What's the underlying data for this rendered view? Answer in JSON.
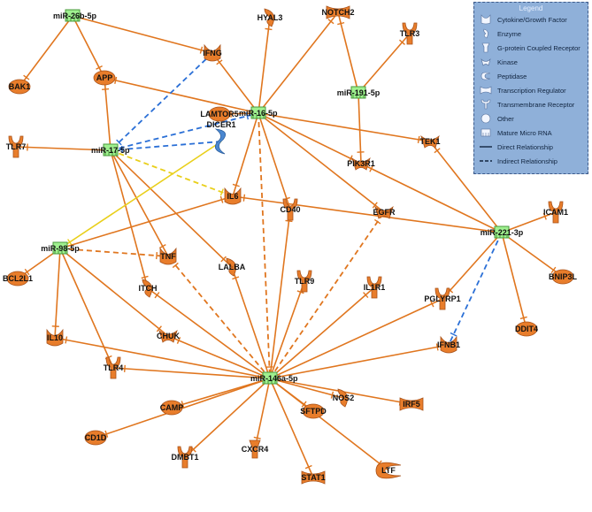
{
  "colors": {
    "gene": "#e87d2b",
    "gene_stroke": "#a8521a",
    "mirna": "#9ff08f",
    "mirna_stroke": "#4a9a3e",
    "direct_edge": "#e0761f",
    "indirect_edge_orange": "#e0761f",
    "indirect_edge_blue": "#2a6fd6",
    "indirect_edge_yellow": "#e9cf1a",
    "dicer": "#4a87d0",
    "legend_bg": "#8fb0d9"
  },
  "nodes": [
    {
      "id": "mir26b",
      "label": "miR-26b-5p",
      "shape": "mirna"
    },
    {
      "id": "mir16",
      "label": "miR-16-5p",
      "shape": "mirna"
    },
    {
      "id": "mir191",
      "label": "miR-191-5p",
      "shape": "mirna"
    },
    {
      "id": "mir17",
      "label": "miR-17-5p",
      "shape": "mirna"
    },
    {
      "id": "mir98",
      "label": "miR-98-5p",
      "shape": "mirna"
    },
    {
      "id": "mir221",
      "label": "miR-221-3p",
      "shape": "mirna"
    },
    {
      "id": "mir146a",
      "label": "miR-146a-5p",
      "shape": "mirna"
    },
    {
      "id": "BAK1",
      "label": "BAK1",
      "shape": "other"
    },
    {
      "id": "APP",
      "label": "APP",
      "shape": "other"
    },
    {
      "id": "IFNG",
      "label": "IFNG",
      "shape": "cytokine"
    },
    {
      "id": "HYAL3",
      "label": "HYAL3",
      "shape": "enzyme"
    },
    {
      "id": "NOTCH2",
      "label": "NOTCH2",
      "shape": "transcription"
    },
    {
      "id": "TLR3",
      "label": "TLR3",
      "shape": "receptor"
    },
    {
      "id": "LAMTOR5",
      "label": "LAMTOR5",
      "shape": "other"
    },
    {
      "id": "DICER1",
      "label": "DICER1",
      "shape": "dicer"
    },
    {
      "id": "TLR7",
      "label": "TLR7",
      "shape": "receptor"
    },
    {
      "id": "PIK3R1",
      "label": "PIK3R1",
      "shape": "kinase"
    },
    {
      "id": "TEK1",
      "label": "TEK1",
      "shape": "kinase"
    },
    {
      "id": "IL6",
      "label": "IL6",
      "shape": "cytokine"
    },
    {
      "id": "CD40",
      "label": "CD40",
      "shape": "receptor"
    },
    {
      "id": "EGFR",
      "label": "EGFR",
      "shape": "kinase"
    },
    {
      "id": "ICAM1",
      "label": "ICAM1",
      "shape": "receptor"
    },
    {
      "id": "BNIP3L",
      "label": "BNIP3L",
      "shape": "other"
    },
    {
      "id": "BCL2L1",
      "label": "BCL2L1",
      "shape": "other"
    },
    {
      "id": "TNF",
      "label": "TNF",
      "shape": "cytokine"
    },
    {
      "id": "LALBA",
      "label": "LALBA",
      "shape": "enzyme"
    },
    {
      "id": "ITCH",
      "label": "ITCH",
      "shape": "enzyme"
    },
    {
      "id": "TLR9",
      "label": "TLR9",
      "shape": "receptor"
    },
    {
      "id": "IL1R1",
      "label": "IL1R1",
      "shape": "receptor"
    },
    {
      "id": "PGLYRP1",
      "label": "PGLYRP1",
      "shape": "receptor"
    },
    {
      "id": "DDIT4",
      "label": "DDIT4",
      "shape": "other"
    },
    {
      "id": "IL10",
      "label": "IL10",
      "shape": "cytokine"
    },
    {
      "id": "CHUK",
      "label": "CHUK",
      "shape": "kinase"
    },
    {
      "id": "IFNB1",
      "label": "IFNB1",
      "shape": "cytokine"
    },
    {
      "id": "TLR4",
      "label": "TLR4",
      "shape": "receptor"
    },
    {
      "id": "CAMP",
      "label": "CAMP",
      "shape": "other"
    },
    {
      "id": "SFTPD",
      "label": "SFTPD",
      "shape": "other"
    },
    {
      "id": "NOS2",
      "label": "NOS2",
      "shape": "enzyme"
    },
    {
      "id": "IRF5",
      "label": "IRF5",
      "shape": "transcription"
    },
    {
      "id": "CD1D",
      "label": "CD1D",
      "shape": "other"
    },
    {
      "id": "CXCR4",
      "label": "CXCR4",
      "shape": "gpcr"
    },
    {
      "id": "DMBT1",
      "label": "DMBT1",
      "shape": "receptor"
    },
    {
      "id": "STAT1",
      "label": "STAT1",
      "shape": "transcription"
    },
    {
      "id": "LTF",
      "label": "LTF",
      "shape": "peptidase"
    }
  ],
  "edges": [
    {
      "from": "mir26b",
      "to": "BAK1",
      "style": "direct"
    },
    {
      "from": "mir26b",
      "to": "APP",
      "style": "direct"
    },
    {
      "from": "mir26b",
      "to": "IFNG",
      "style": "direct"
    },
    {
      "from": "mir16",
      "to": "APP",
      "style": "direct"
    },
    {
      "from": "mir16",
      "to": "HYAL3",
      "style": "direct"
    },
    {
      "from": "mir16",
      "to": "NOTCH2",
      "style": "direct"
    },
    {
      "from": "mir16",
      "to": "LAMTOR5",
      "style": "direct"
    },
    {
      "from": "mir16",
      "to": "PIK3R1",
      "style": "direct"
    },
    {
      "from": "mir16",
      "to": "TEK1",
      "style": "direct"
    },
    {
      "from": "mir16",
      "to": "CD40",
      "style": "direct"
    },
    {
      "from": "mir16",
      "to": "EGFR",
      "style": "direct"
    },
    {
      "from": "mir16",
      "to": "IL6",
      "style": "direct"
    },
    {
      "from": "mir16",
      "to": "IFNG",
      "style": "direct"
    },
    {
      "from": "mir16",
      "to": "mir146a",
      "style": "indirect",
      "color": "orange"
    },
    {
      "from": "mir191",
      "to": "NOTCH2",
      "style": "direct"
    },
    {
      "from": "mir191",
      "to": "TLR3",
      "style": "direct"
    },
    {
      "from": "mir191",
      "to": "PIK3R1",
      "style": "direct"
    },
    {
      "from": "mir17",
      "to": "APP",
      "style": "direct"
    },
    {
      "from": "mir17",
      "to": "TLR7",
      "style": "direct"
    },
    {
      "from": "mir17",
      "to": "TNF",
      "style": "direct"
    },
    {
      "from": "mir17",
      "to": "ITCH",
      "style": "direct"
    },
    {
      "from": "mir17",
      "to": "LALBA",
      "style": "direct"
    },
    {
      "from": "mir17",
      "to": "mir16",
      "style": "indirect",
      "color": "blue"
    },
    {
      "from": "IFNG",
      "to": "mir17",
      "style": "indirect",
      "color": "blue"
    },
    {
      "from": "DICER1",
      "to": "mir17",
      "style": "indirect",
      "color": "blue"
    },
    {
      "from": "mir17",
      "to": "IL6",
      "style": "indirect",
      "color": "yellow"
    },
    {
      "from": "DICER1",
      "to": "mir98",
      "style": "direct",
      "color": "yellow"
    },
    {
      "from": "mir98",
      "to": "IL6",
      "style": "direct"
    },
    {
      "from": "mir98",
      "to": "TNF",
      "style": "indirect",
      "color": "orange"
    },
    {
      "from": "mir98",
      "to": "BCL2L1",
      "style": "direct"
    },
    {
      "from": "mir98",
      "to": "IL10",
      "style": "direct"
    },
    {
      "from": "mir98",
      "to": "CHUK",
      "style": "direct"
    },
    {
      "from": "mir98",
      "to": "TLR4",
      "style": "direct"
    },
    {
      "from": "mir221",
      "to": "TEK1",
      "style": "direct"
    },
    {
      "from": "mir221",
      "to": "ICAM1",
      "style": "direct"
    },
    {
      "from": "mir221",
      "to": "BNIP3L",
      "style": "direct"
    },
    {
      "from": "mir221",
      "to": "DDIT4",
      "style": "direct"
    },
    {
      "from": "mir221",
      "to": "PGLYRP1",
      "style": "direct"
    },
    {
      "from": "mir221",
      "to": "PIK3R1",
      "style": "direct"
    },
    {
      "from": "mir221",
      "to": "IL6",
      "style": "direct"
    },
    {
      "from": "mir221",
      "to": "IFNB1",
      "style": "indirect",
      "color": "blue"
    },
    {
      "from": "mir146a",
      "to": "CD40",
      "style": "direct"
    },
    {
      "from": "mir146a",
      "to": "EGFR",
      "style": "indirect",
      "color": "orange"
    },
    {
      "from": "mir146a",
      "to": "TNF",
      "style": "indirect",
      "color": "orange"
    },
    {
      "from": "mir146a",
      "to": "LALBA",
      "style": "direct"
    },
    {
      "from": "mir146a",
      "to": "ITCH",
      "style": "direct"
    },
    {
      "from": "mir146a",
      "to": "TLR9",
      "style": "direct"
    },
    {
      "from": "mir146a",
      "to": "IL1R1",
      "style": "direct"
    },
    {
      "from": "mir146a",
      "to": "PGLYRP1",
      "style": "direct"
    },
    {
      "from": "mir146a",
      "to": "IFNB1",
      "style": "direct"
    },
    {
      "from": "mir146a",
      "to": "IL10",
      "style": "direct"
    },
    {
      "from": "mir146a",
      "to": "CHUK",
      "style": "direct"
    },
    {
      "from": "mir146a",
      "to": "TLR4",
      "style": "direct"
    },
    {
      "from": "mir146a",
      "to": "CAMP",
      "style": "direct"
    },
    {
      "from": "mir146a",
      "to": "SFTPD",
      "style": "direct"
    },
    {
      "from": "mir146a",
      "to": "NOS2",
      "style": "direct"
    },
    {
      "from": "mir146a",
      "to": "IRF5",
      "style": "direct"
    },
    {
      "from": "mir146a",
      "to": "CD1D",
      "style": "direct"
    },
    {
      "from": "mir146a",
      "to": "CXCR4",
      "style": "direct"
    },
    {
      "from": "mir146a",
      "to": "DMBT1",
      "style": "direct"
    },
    {
      "from": "mir146a",
      "to": "STAT1",
      "style": "direct"
    },
    {
      "from": "mir146a",
      "to": "LTF",
      "style": "direct"
    }
  ],
  "legend": {
    "title": "Legend",
    "items": [
      {
        "label": "Cytokine/Growth Factor",
        "icon": "cytokine-icon"
      },
      {
        "label": "Enzyme",
        "icon": "enzyme-icon"
      },
      {
        "label": "G-protein Coupled Receptor",
        "icon": "gpcr-icon"
      },
      {
        "label": "Kinase",
        "icon": "kinase-icon"
      },
      {
        "label": "Peptidase",
        "icon": "peptidase-icon"
      },
      {
        "label": "Transcription Regulator",
        "icon": "transcription-regulator-icon"
      },
      {
        "label": "Transmembrane Receptor",
        "icon": "receptor-icon"
      },
      {
        "label": "Other",
        "icon": "other-icon"
      },
      {
        "label": "Mature Micro RNA",
        "icon": "mirna-icon"
      },
      {
        "label": "Direct Relationship",
        "icon": "solid-line-icon"
      },
      {
        "label": "Indirect Relationship",
        "icon": "dashed-line-icon"
      }
    ]
  }
}
